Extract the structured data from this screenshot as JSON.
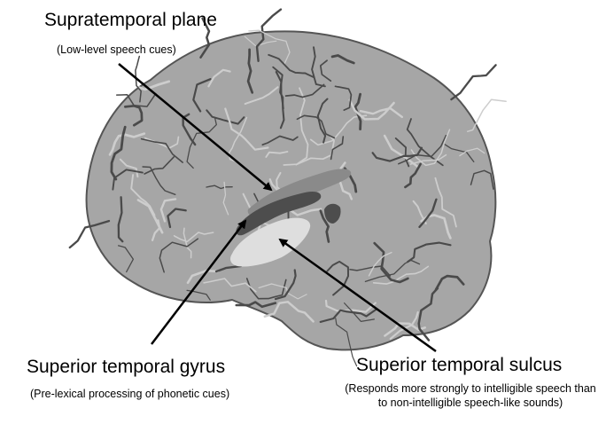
{
  "colors": {
    "brain_fill": "#a6a6a6",
    "brain_dark": "#4a4a4a",
    "brain_light": "#cdcdcd",
    "supratemporal_region": "#8a8a8a",
    "gyrus_region": "#4d4d4d",
    "sulcus_region": "#dedede",
    "arrow": "#000000",
    "background": "#ffffff"
  },
  "labels": {
    "supratemporal": {
      "title": "Supratemporal plane",
      "subtitle": "(Low-level speech cues)"
    },
    "gyrus": {
      "title": "Superior temporal  gyrus",
      "subtitle": "(Pre-lexical processing of phonetic cues)"
    },
    "sulcus": {
      "title": "Superior temporal  sulcus",
      "subtitle": "(Responds more strongly to intelligible speech than to non-intelligible speech-like sounds)"
    }
  }
}
